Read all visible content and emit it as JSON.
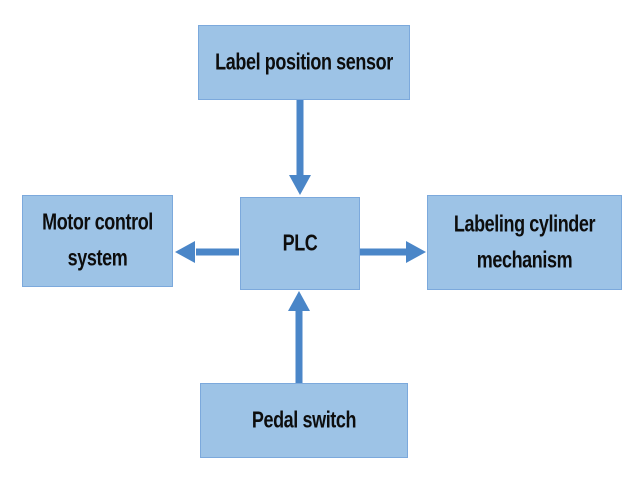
{
  "diagram": {
    "type": "block-diagram",
    "nodes": [
      {
        "id": "sensor",
        "label": "Label position sensor"
      },
      {
        "id": "motor",
        "label": "Motor control system"
      },
      {
        "id": "plc",
        "label": "PLC"
      },
      {
        "id": "cylinder",
        "label": "Labeling cylinder mechanism"
      },
      {
        "id": "pedal",
        "label": "Pedal switch"
      }
    ],
    "edges": [
      {
        "from": "sensor",
        "to": "plc",
        "direction": "down"
      },
      {
        "from": "plc",
        "to": "motor",
        "direction": "left"
      },
      {
        "from": "plc",
        "to": "cylinder",
        "direction": "right"
      },
      {
        "from": "pedal",
        "to": "plc",
        "direction": "up"
      }
    ]
  },
  "colors": {
    "node-fill": "#9DC3E6",
    "node-border": "#7CA9DC",
    "arrow": "#4A86C8",
    "text": "#0D0D0D",
    "background": "#FFFFFF"
  }
}
